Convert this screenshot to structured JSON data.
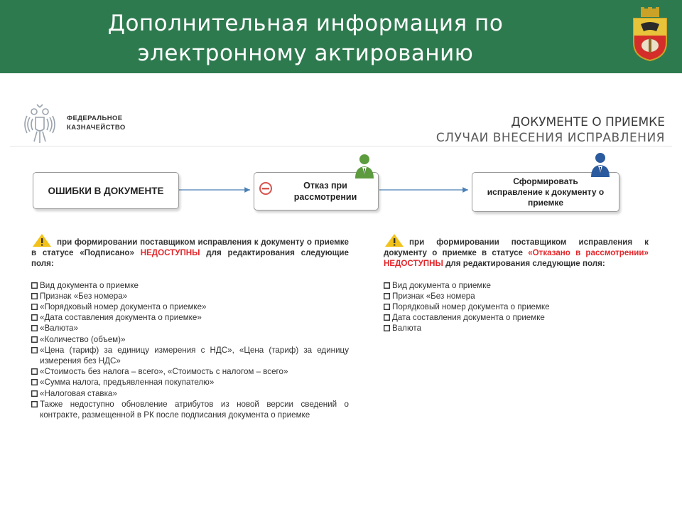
{
  "header": {
    "title_line1": "Дополнительная информация по",
    "title_line2": "электронному актированию"
  },
  "logo": {
    "org_line1": "ФЕДЕРАЛЬНОЕ",
    "org_line2": "КАЗНАЧЕЙСТВО"
  },
  "document": {
    "title": "ДОКУМЕНТЕ О ПРИЕМКЕ",
    "subtitle": "СЛУЧАИ ВНЕСЕНИЯ ИСПРАВЛЕНИЯ"
  },
  "flow": {
    "box1": "ОШИБКИ В ДОКУМЕНТЕ",
    "box2_line1": "Отказ при",
    "box2_line2": "рассмотрении",
    "box3_line1": "Сформировать",
    "box3_line2": "исправление к документу о",
    "box3_line3": "приемке"
  },
  "left": {
    "intro_part1": "при формировании поставщиком исправления к документу о приемке в статусе «Подписано»",
    "intro_highlight": "НЕДОСТУПНЫ",
    "intro_part2": "для редактирования следующие поля:",
    "items": [
      "Вид документа о приемке",
      "Признак «Без номера»",
      "«Порядковый номер документа о приемке»",
      "«Дата составления документа о приемке»",
      "«Валюта»",
      "«Количество (объем)»",
      "«Цена (тариф) за единицу измерения с НДС», «Цена (тариф) за единицу измерения без НДС»",
      "«Стоимость без налога – всего», «Стоимость с налогом – всего»",
      "«Сумма налога, предъявленная покупателю»",
      "«Налоговая ставка»",
      "Также недоступно обновление атрибутов из новой версии сведений о контракте, размещенной в РК после подписания документа о приемке"
    ]
  },
  "right": {
    "intro_part1": "при формировании поставщиком исправления к документу о приемке в статусе",
    "intro_status": "«Отказано в рассмотрении»",
    "intro_highlight": "НЕДОСТУПНЫ",
    "intro_part2": "для редактирования следующие поля:",
    "items": [
      "Вид документа о приемке",
      "Признак «Без номера",
      "Порядковый номер документа о приемке",
      "Дата составления документа о приемке",
      "Валюта"
    ]
  },
  "colors": {
    "header_bg": "#2e7a4f",
    "warning": "#f2c21b",
    "highlight": "#e2252a",
    "person_green": "#5c9c3f",
    "person_blue": "#2b5b9e"
  }
}
